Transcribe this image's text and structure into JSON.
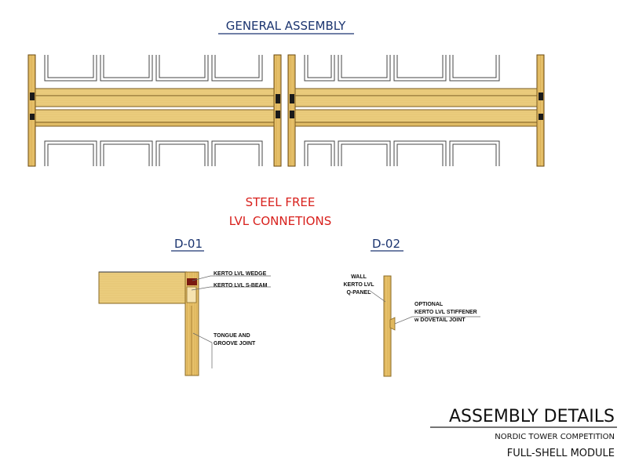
{
  "headings": {
    "general_assembly": "GENERAL ASSEMBLY",
    "steel_free_line1": "STEEL  FREE",
    "steel_free_line2": "LVL  CONNETIONS"
  },
  "details": {
    "d01": {
      "label": "D-01",
      "notes": {
        "wedge": "KERTO LVL WEDGE",
        "sbeam": "KERTO LVL S-BEAM",
        "tongue_line1": "TONGUE AND",
        "tongue_line2": "GROOVE JOINT"
      }
    },
    "d02": {
      "label": "D-02",
      "notes": {
        "wall_line1": "WALL",
        "wall_line2": "KERTO LVL",
        "wall_line3": "Q-PANEL",
        "opt_line1": "OPTIONAL",
        "opt_line2": "KERTO LVL STIFFENER",
        "opt_line3": "w DOVETAIL JOINT"
      }
    }
  },
  "title_block": {
    "title": "ASSEMBLY DETAILS",
    "competition": "NORDIC TOWER COMPETITION",
    "module": "FULL-SHELL MODULE"
  },
  "colors": {
    "wood": "#e9c978",
    "wood_dark": "#c9a040",
    "heading_blue": "#1c3570",
    "heading_red": "#d8201c",
    "wedge": "#7a1a10"
  }
}
